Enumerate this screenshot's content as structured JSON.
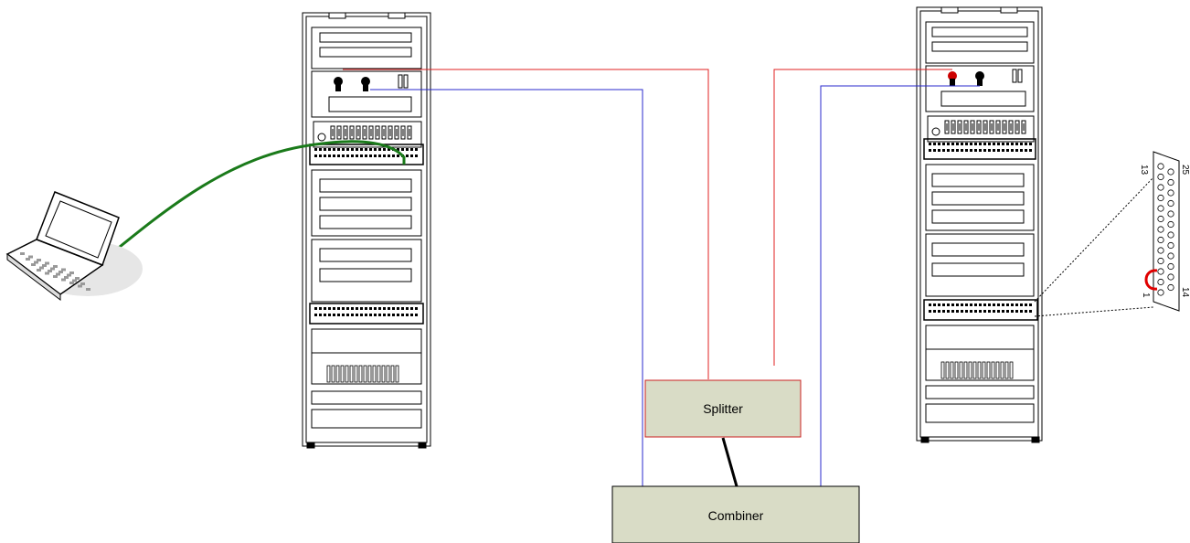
{
  "diagram": {
    "boxes": {
      "splitter": {
        "label": "Splitter",
        "fill": "#d9dcc6",
        "border": "#cc2222"
      },
      "combiner": {
        "label": "Combiner",
        "fill": "#d9dcc6",
        "border": "#000000"
      }
    },
    "connector": {
      "pin_top": "13",
      "pin_bottom": "1",
      "pin_top_right": "25",
      "pin_bottom_right": "14"
    },
    "colors": {
      "red_cable": "#e02020",
      "blue_cable": "#2a2acc",
      "green_cable": "#1a7a1a",
      "loopback": "#e00000",
      "rack_line": "#000000"
    },
    "icons": [
      "laptop-icon",
      "rack-left",
      "rack-right",
      "db25-connector"
    ]
  }
}
